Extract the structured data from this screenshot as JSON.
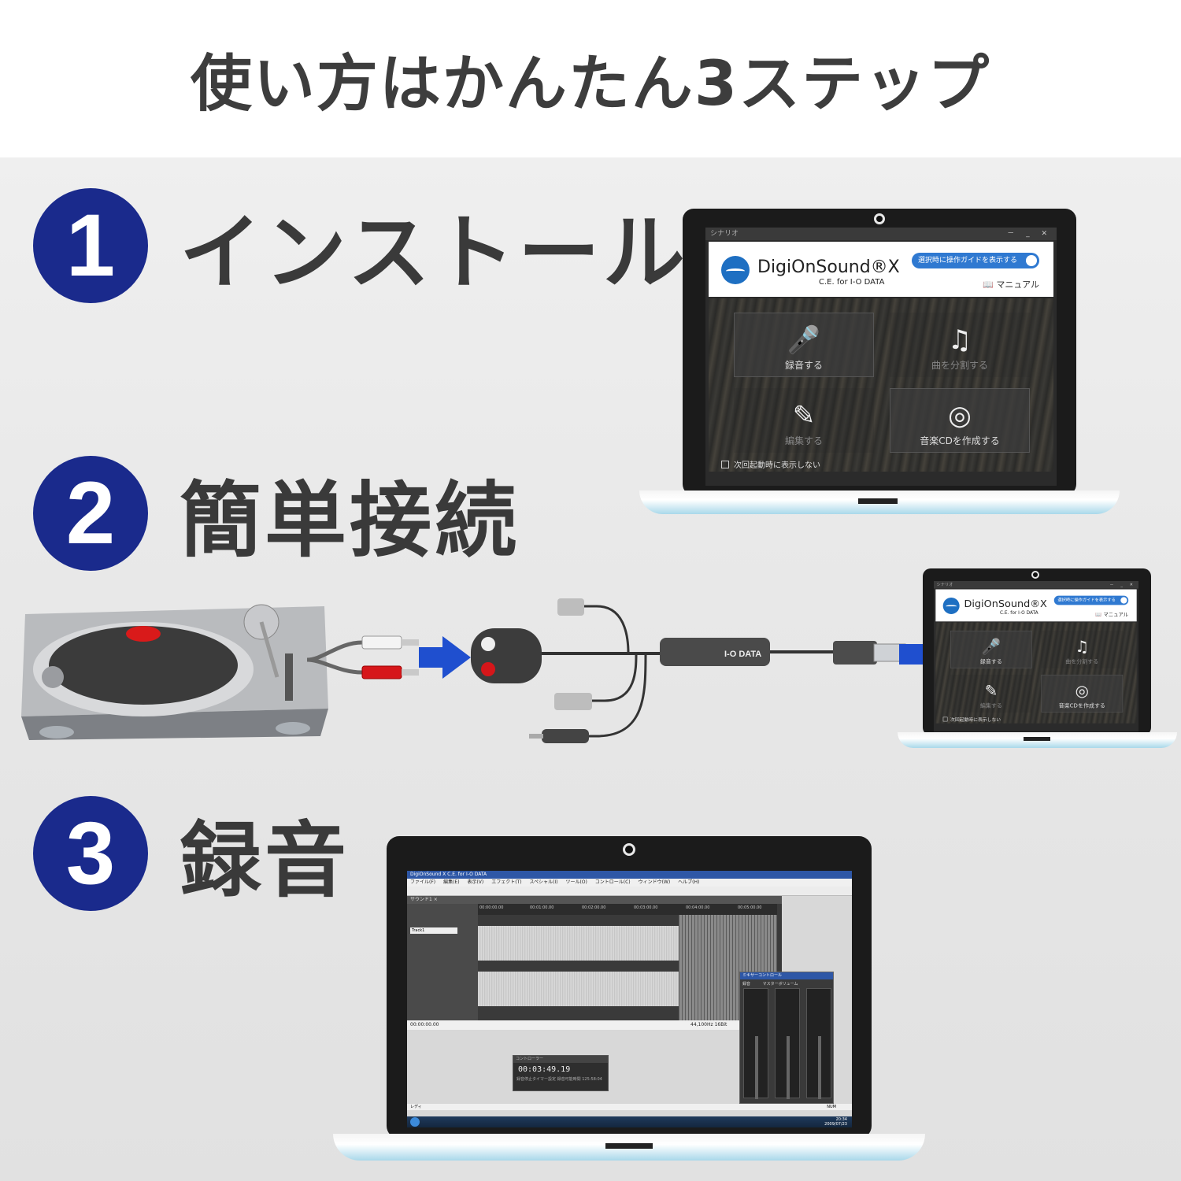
{
  "header": {
    "title": "使い方はかんたん3ステップ"
  },
  "steps": [
    {
      "number": "1",
      "label": "インストール"
    },
    {
      "number": "2",
      "label": "簡単接続"
    },
    {
      "number": "3",
      "label": "録音"
    }
  ],
  "launcher": {
    "window_title": "シナリオ",
    "window_controls": "－ _ ✕",
    "app_name": "DigiOnSound®X",
    "app_edition": "C.E. for I-O DATA",
    "guide_toggle": "選択時に操作ガイドを表示する",
    "manual_link": "マニュアル",
    "tiles": [
      "録音する",
      "曲を分割する",
      "編集する",
      "音楽CDを作成する"
    ],
    "footer_checkbox": "次回起動時に表示しない"
  },
  "cable": {
    "brand": "I-O DATA"
  },
  "daw": {
    "window_title": "DigiOnSound X C.E. for I-O DATA",
    "menu": [
      "ファイル(F)",
      "編集(E)",
      "表示(V)",
      "エフェクト(T)",
      "スペシャル(I)",
      "ツール(O)",
      "コントロール(C)",
      "ウィンドウ(W)",
      "ヘルプ(H)"
    ],
    "editor_title": "サウンド1 ×",
    "track_name": "Track1",
    "ruler": [
      "00:00:00.00",
      "00:01:00.00",
      "00:02:00.00",
      "00:03:00.00",
      "00:04:00.00",
      "00:05:00.00"
    ],
    "position": "00:00:00.00",
    "format": "44,100Hz 16Bit",
    "controller_title": "コントローラー",
    "controller_time": "00:03:49.19",
    "controller_timer": "録音停止タイマー設定",
    "controller_remaining_label": "録音可能時間",
    "controller_remaining": "125:58:04",
    "mixer_title": "ミキサーコントロール",
    "mixer_tabs": [
      "録音",
      "マスターボリューム"
    ],
    "status_left": "レディ",
    "status_right": "NUM",
    "clock_time": "20:34",
    "clock_date": "2009/07/23"
  },
  "colors": {
    "badge": "#1a2a8c",
    "accent_arrow": "#1f4fcf",
    "heading": "#3a3a3a",
    "rca_red": "#d6161a"
  }
}
